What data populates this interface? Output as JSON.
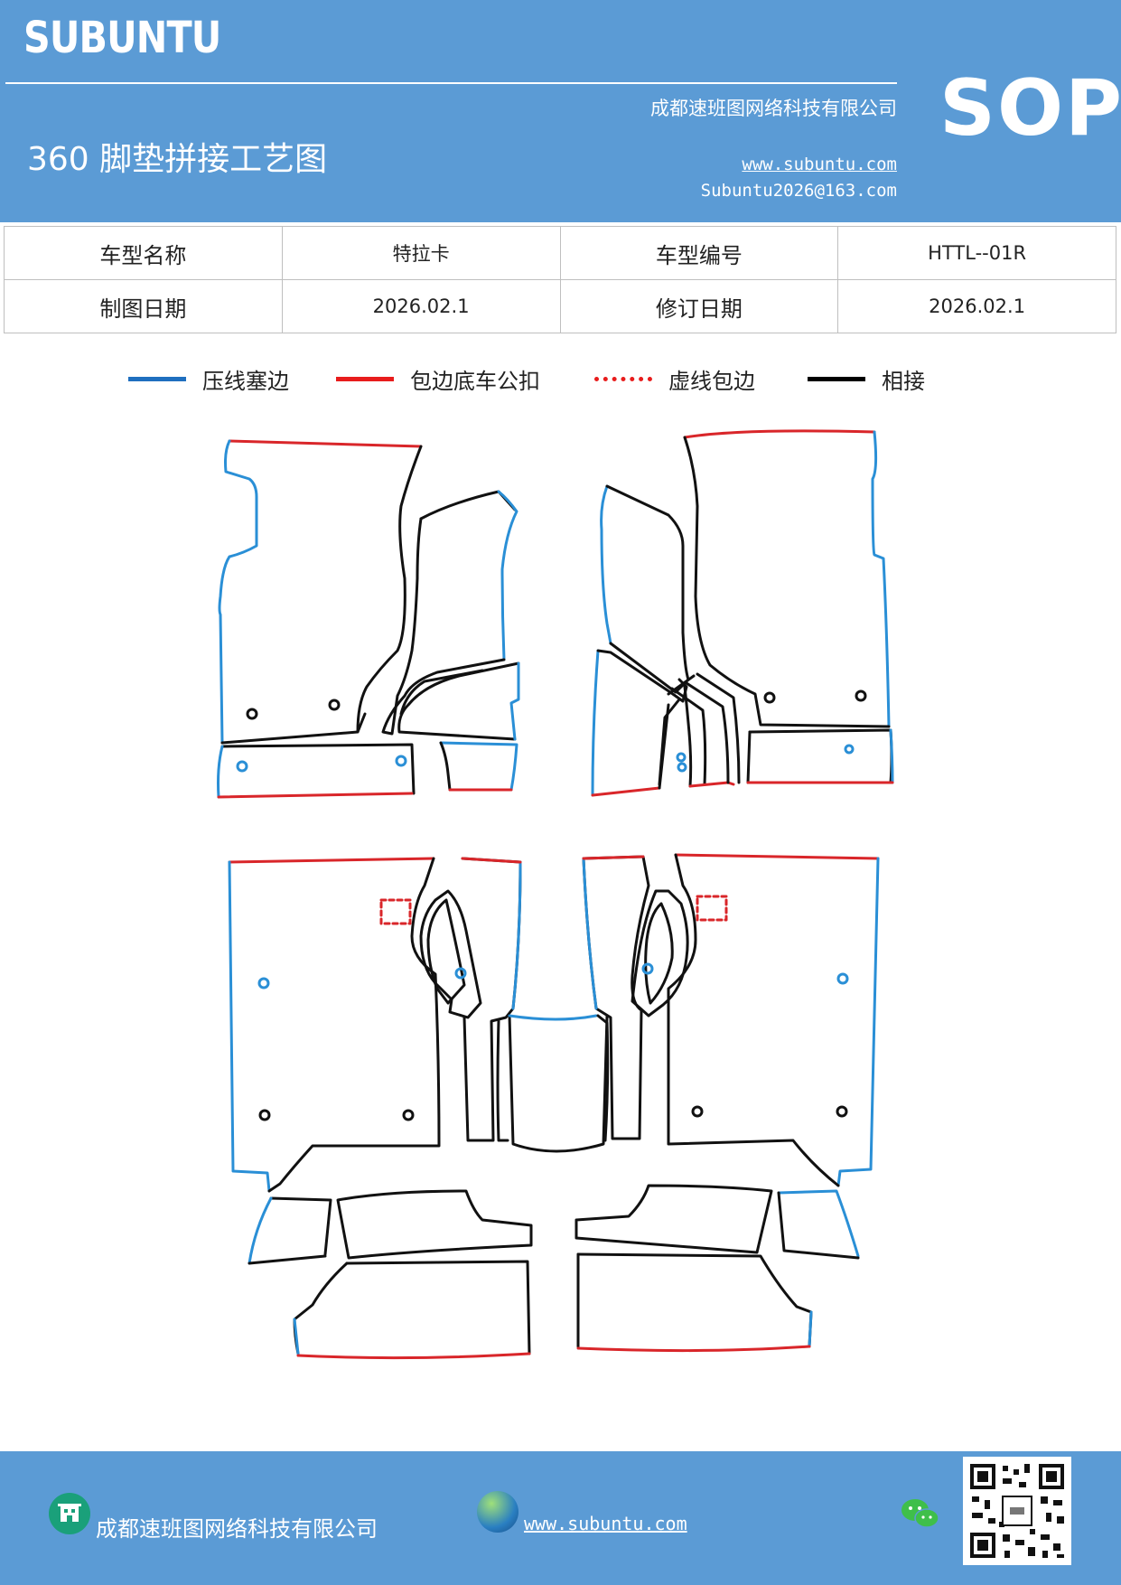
{
  "header": {
    "brand": "SUBUNTU",
    "company": "成都速班图网络科技有限公司",
    "title": "360 脚垫拼接工艺图",
    "website": "www.subuntu.com",
    "email": "Subuntu2026@163.com",
    "badge": "SOP"
  },
  "info_table": {
    "row1": [
      "车型名称",
      "特拉卡",
      "车型编号",
      "HTTL--01R"
    ],
    "row2": [
      "制图日期",
      "2026.02.1",
      "修订日期",
      "2026.02.1"
    ]
  },
  "legend": [
    {
      "label": "压线塞边",
      "color": "#1f6fbf",
      "style": "solid"
    },
    {
      "label": "包边底车公扣",
      "color": "#e81c1c",
      "style": "solid"
    },
    {
      "label": "虚线包边",
      "color": "#e81c1c",
      "style": "dotted"
    },
    {
      "label": "相接",
      "color": "#000000",
      "style": "solid"
    }
  ],
  "colors": {
    "header_bg": "#5b9bd5",
    "blue_edge": "#2a8fd6",
    "red_edge": "#d9262a",
    "joint": "#111111"
  },
  "footer": {
    "company": "成都速班图网络科技有限公司",
    "website": "www.subuntu.com ",
    "icons": [
      "building-icon",
      "globe-icon",
      "wechat-icon",
      "qr-code"
    ]
  }
}
